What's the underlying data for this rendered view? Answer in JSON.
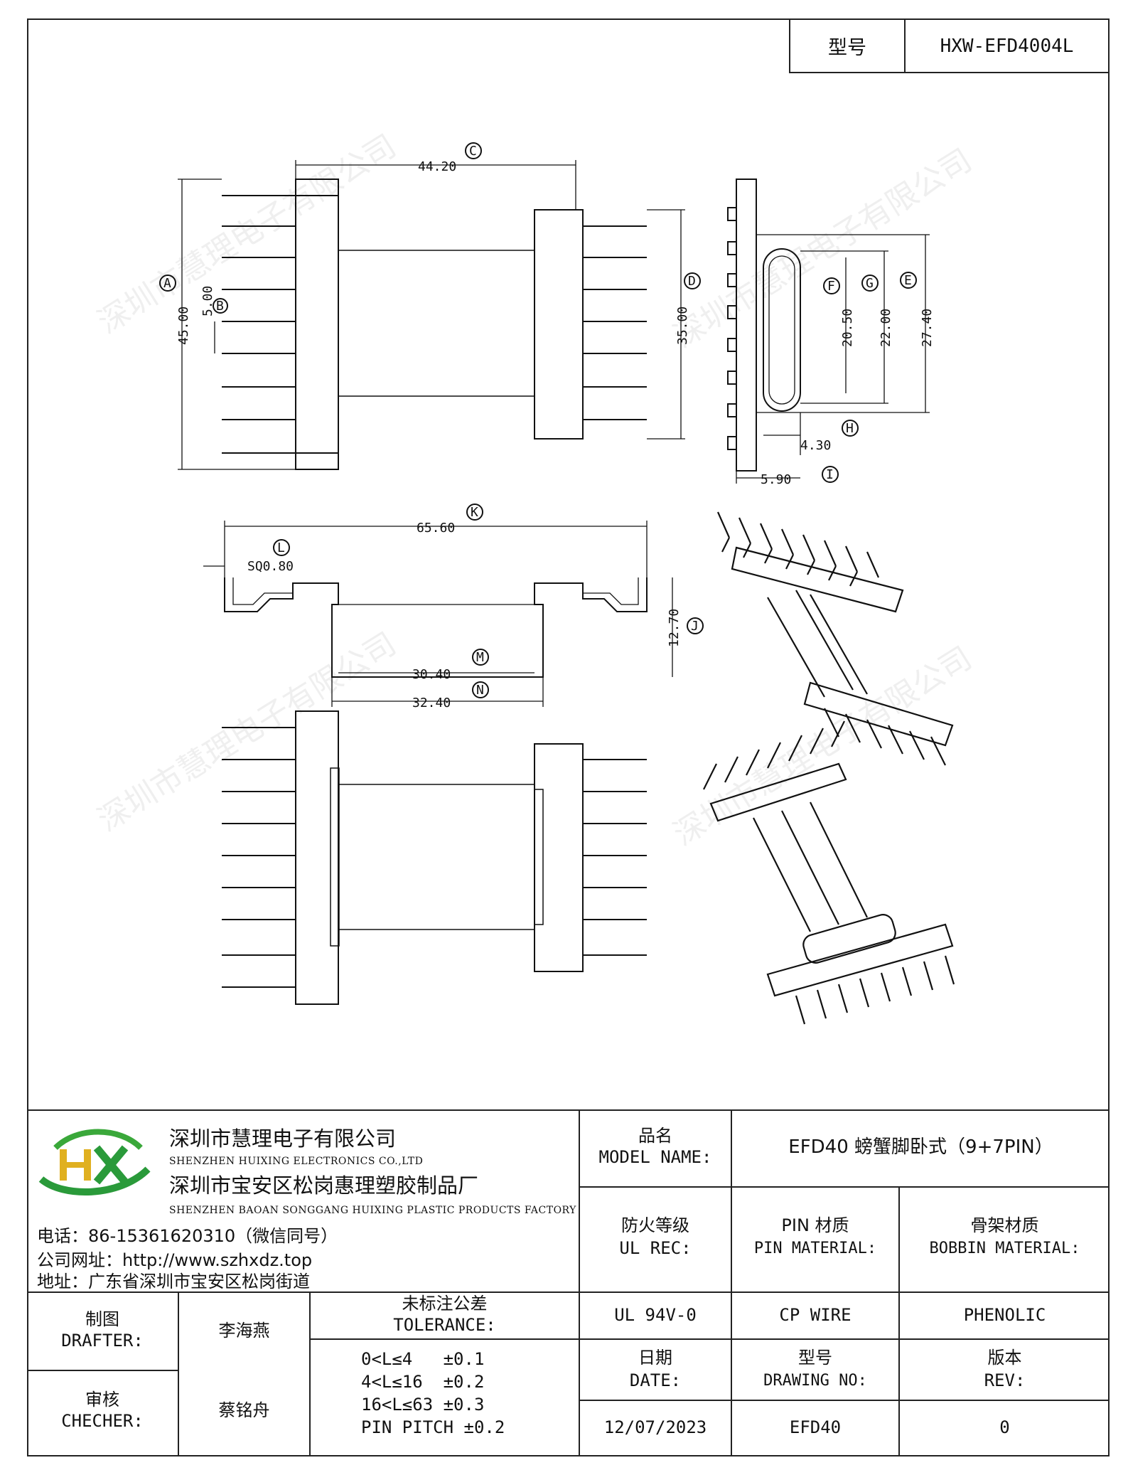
{
  "header": {
    "model_label": "型号",
    "model_value": "HXW-EFD4004L"
  },
  "drawing": {
    "dimensions": {
      "A": {
        "label": "A",
        "value": "45.00"
      },
      "B": {
        "label": "B",
        "value": "5.00"
      },
      "C": {
        "label": "C",
        "value": "44.20"
      },
      "D": {
        "label": "D",
        "value": "35.00"
      },
      "E": {
        "label": "E",
        "value": "27.40"
      },
      "F": {
        "label": "F",
        "value": "20.50"
      },
      "G": {
        "label": "G",
        "value": "22.00"
      },
      "H": {
        "label": "H",
        "value": "4.30"
      },
      "I": {
        "label": "I",
        "value": "5.90"
      },
      "J": {
        "label": "J",
        "value": "12.70"
      },
      "K": {
        "label": "K",
        "value": "65.60"
      },
      "L": {
        "label": "L",
        "value": "SQ0.80"
      },
      "M": {
        "label": "M",
        "value": "30.40"
      },
      "N": {
        "label": "N",
        "value": "32.40"
      }
    },
    "watermark": "深圳市慧理电子有限公司"
  },
  "title_block": {
    "company_cn": "深圳市慧理电子有限公司",
    "company_en": "SHENZHEN HUIXING ELECTRONICS CO.,LTD",
    "factory_cn": "深圳市宝安区松岗惠理塑胶制品厂",
    "factory_en": "SHENZHEN BAOAN SONGGANG HUIXING PLASTIC PRODUCTS FACTORY",
    "phone": "电话：86-15361620310（微信同号）",
    "website": "公司网址：http://www.szhxdz.top",
    "address": "地址：广东省深圳市宝安区松岗街道",
    "model_name_cn": "品名",
    "model_name_en": "MODEL NAME:",
    "model_name_value": "EFD40 螃蟹脚卧式（9+7PIN）",
    "ul_cn": "防火等级",
    "ul_en": "UL REC:",
    "pin_cn": "PIN 材质",
    "pin_en": "PIN MATERIAL:",
    "bobbin_cn": "骨架材质",
    "bobbin_en": "BOBBIN MATERIAL:",
    "ul_value": "UL 94V-0",
    "pin_value": "CP WIRE",
    "bobbin_value": "PHENOLIC",
    "drafter_cn": "制图",
    "drafter_en": "DRAFTER:",
    "drafter_name": "李海燕",
    "checker_cn": "审核",
    "checker_en": "CHECHER:",
    "checker_name": "蔡铭舟",
    "tolerance_cn": "未标注公差",
    "tolerance_en": "TOLERANCE:",
    "tolerance_lines": [
      "0<L≤4   ±0.1",
      "4<L≤16  ±0.2",
      "16<L≤63 ±0.3",
      "PIN PITCH ±0.2"
    ],
    "date_cn": "日期",
    "date_en": "DATE:",
    "date_value": "12/07/2023",
    "drawing_no_cn": "型号",
    "drawing_no_en": "DRAWING NO:",
    "drawing_no_value": "EFD40",
    "rev_cn": "版本",
    "rev_en": "REV:",
    "rev_value": "0"
  }
}
